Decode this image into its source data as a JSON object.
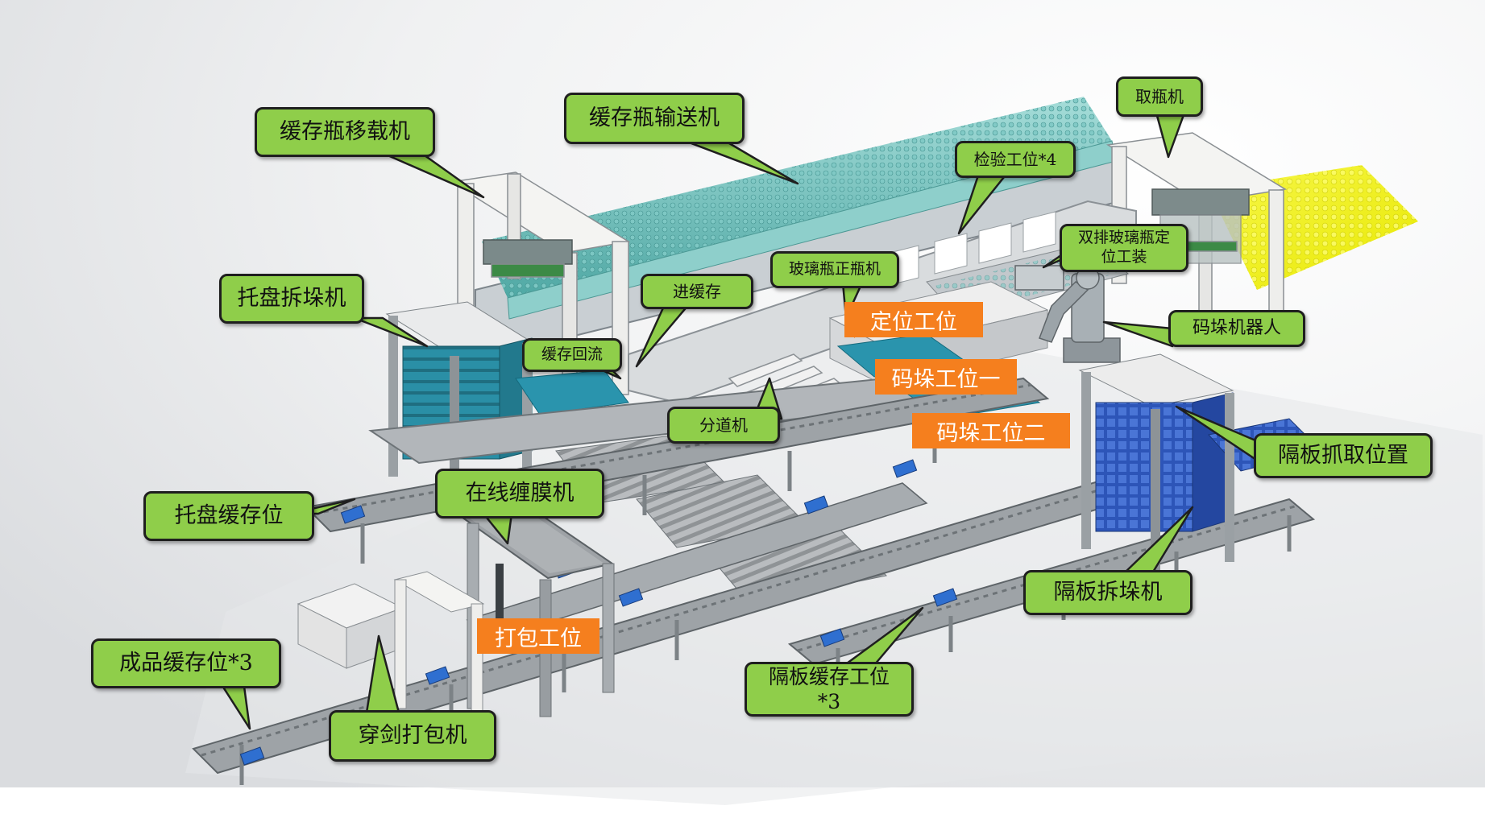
{
  "colors": {
    "callout_fill": "#8fce4a",
    "callout_border": "#1f1f1f",
    "station_fill": "#f57f1e",
    "station_text": "#ffffff",
    "bottle_buffer": "#5bb8b4",
    "bottle_incoming": "#f2f20a",
    "pallet_teal": "#2a8fa6",
    "separator_blue": "#2d55b8",
    "conveyor_frame": "#8a8e92",
    "motor": "#2f6fd0"
  },
  "callouts": [
    {
      "id": "c01",
      "label": "缓存瓶移载机"
    },
    {
      "id": "c02",
      "label": "缓存瓶输送机"
    },
    {
      "id": "c03",
      "label": "取瓶机"
    },
    {
      "id": "c04",
      "label": "检验工位*4"
    },
    {
      "id": "c05",
      "label": "双排玻璃瓶定位工装"
    },
    {
      "id": "c06",
      "label": "玻璃瓶正瓶机"
    },
    {
      "id": "c07",
      "label": "托盘拆垛机"
    },
    {
      "id": "c08",
      "label": "进缓存"
    },
    {
      "id": "c09",
      "label": "码垛机器人"
    },
    {
      "id": "c10",
      "label": "缓存回流"
    },
    {
      "id": "c11",
      "label": "分道机"
    },
    {
      "id": "c12",
      "label": "隔板抓取位置"
    },
    {
      "id": "c13",
      "label": "在线缠膜机"
    },
    {
      "id": "c14",
      "label": "托盘缓存位"
    },
    {
      "id": "c15",
      "label": "隔板拆垛机"
    },
    {
      "id": "c16",
      "label": "成品缓存位*3"
    },
    {
      "id": "c17",
      "label": "隔板缓存工位*3"
    },
    {
      "id": "c18",
      "label": "穿剑打包机"
    }
  ],
  "stations": [
    {
      "id": "s01",
      "label": "定位工位"
    },
    {
      "id": "s02",
      "label": "码垛工位一"
    },
    {
      "id": "s03",
      "label": "码垛工位二"
    },
    {
      "id": "s04",
      "label": "打包工位"
    }
  ]
}
